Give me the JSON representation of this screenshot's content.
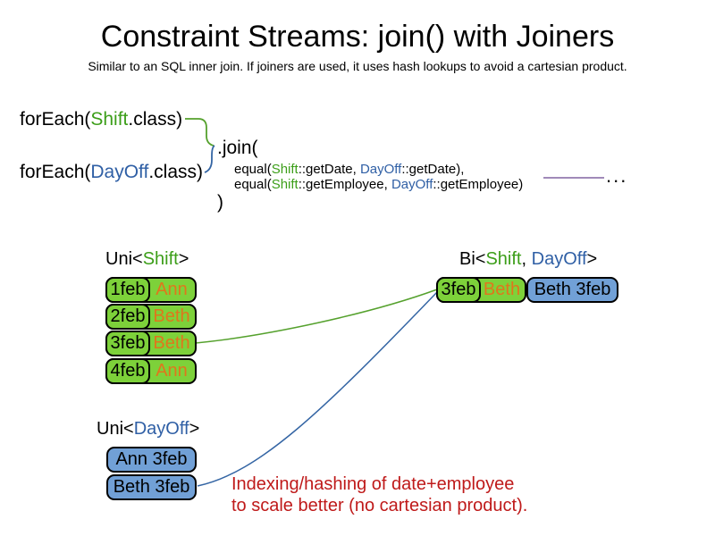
{
  "slide": {
    "title": "Constraint Streams: join() with Joiners",
    "subtitle": "Similar to an SQL inner join. If joiners are used, it uses hash lookups to avoid a cartesian product."
  },
  "code": {
    "foreach_shift": {
      "prefix": "forEach(",
      "class_name": "Shift",
      "suffix": ".class)"
    },
    "foreach_dayoff": {
      "prefix": "forEach(",
      "class_name": "DayOff",
      "suffix": ".class)"
    },
    "join_open": ".join(",
    "joiners": [
      {
        "prefix": "equal(",
        "left_class": "Shift",
        "left_rest": "::getDate, ",
        "right_class": "DayOff",
        "right_rest": "::getDate),"
      },
      {
        "prefix": "equal(",
        "left_class": "Shift",
        "left_rest": "::getEmployee, ",
        "right_class": "DayOff",
        "right_rest": "::getEmployee)"
      }
    ],
    "join_close": ")",
    "ellipsis": "..."
  },
  "uni_shift": {
    "heading_prefix": "Uni<",
    "heading_class": "Shift",
    "heading_suffix": ">",
    "rows": [
      {
        "date": "1feb",
        "employee": "Ann"
      },
      {
        "date": "2feb",
        "employee": "Beth"
      },
      {
        "date": "3feb",
        "employee": "Beth"
      },
      {
        "date": "4feb",
        "employee": "Ann"
      }
    ]
  },
  "uni_dayoff": {
    "heading_prefix": "Uni<",
    "heading_class": "DayOff",
    "heading_suffix": ">",
    "rows": [
      {
        "label": "Ann 3feb"
      },
      {
        "label": "Beth 3feb"
      }
    ]
  },
  "bi": {
    "heading_prefix": "Bi<",
    "heading_shift": "Shift",
    "heading_sep": ", ",
    "heading_dayoff": "DayOff",
    "heading_suffix": ">",
    "row": {
      "shift_date": "3feb",
      "shift_employee": "Beth",
      "dayoff_label": "Beth 3feb"
    }
  },
  "annotation": {
    "line1": "Indexing/hashing of date+employee",
    "line2": "to scale better (no cartesian product)."
  },
  "colors": {
    "shift_text_green": "#3c9e19",
    "dayoff_text_blue": "#2f5fa5",
    "shift_cell_fill": "#7dd13a",
    "dayoff_cell_fill": "#71a0d6",
    "employee_text_orange": "#e0761c",
    "annotation_red": "#bf1a1a",
    "joiner_underline_purple": "#8064a2",
    "connector_green": "#55a12d",
    "connector_blue": "#3465a4"
  }
}
